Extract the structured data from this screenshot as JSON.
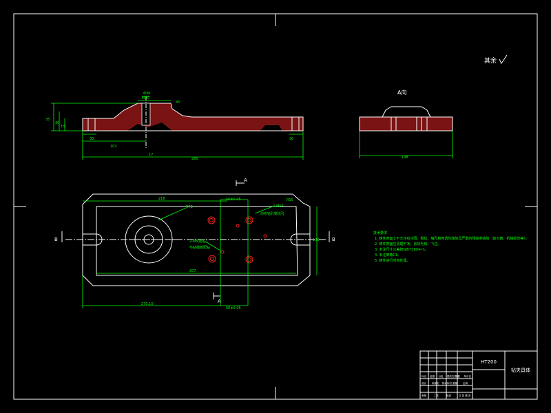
{
  "roughness_note": "其余",
  "view_a_title": "A向",
  "section_marks": {
    "a": "A",
    "b": "B"
  },
  "front_view": {
    "dim_top": "Φ36",
    "dim_top2": "M20",
    "dim_angle": "45",
    "dim_h1": "35",
    "dim_h2": "30",
    "dim_h3": "15",
    "dim_left_30": "30",
    "dim_right_30": "30",
    "dim_102": "102",
    "dim_17": "17",
    "dim_total": "280"
  },
  "view_a": {
    "dim_width": "148"
  },
  "plan_view": {
    "dim_218": "218",
    "dim_r72": "R72",
    "dim_top_tol": "50±0.05",
    "dim_holes_4": "4-M12",
    "dim_holes_4b": "均布钻孔锪沉孔",
    "dim_2holes": "2-Φ8(配钻)",
    "dim_2holes_b": "与钻模板配钻",
    "dim_r15": "R15",
    "dim_right_h": "100",
    "dim_207": "207",
    "dim_bottom": "270.10",
    "dim_bottom_tol": "50±0.05"
  },
  "notes": {
    "title": "技术要求",
    "items": [
      "1. 铸件表面上不允许有冷隔、裂纹、缩孔和穿透性缺陷及严重的残缺类缺陷（如欠铸、机械损伤等）。",
      "2. 铸件表面应清理干净，去除毛刺、飞边。",
      "3. 未注尺寸公差按GB/T1804-m。",
      "4. 未注倒角C1。",
      "5. 铸件进行时效处理。"
    ]
  },
  "title_block": {
    "material": "HT200",
    "part_name": "钻夹具体",
    "row_labels": [
      "标记",
      "处数",
      "分区",
      "更改文件号",
      "签名",
      "年月日"
    ],
    "row2_labels": [
      "设计",
      "标准化",
      "阶段标记",
      "重量",
      "比例"
    ],
    "row3_labels": [
      "审核",
      "工艺",
      "批准",
      "共 张 第 张"
    ]
  }
}
